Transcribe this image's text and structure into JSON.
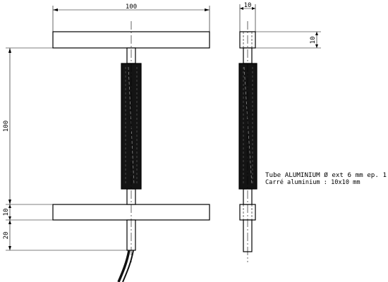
{
  "dimensions": {
    "front_width": "100",
    "front_height": "100",
    "front_bar_thickness": "10",
    "front_tail": "20",
    "side_width": "10",
    "side_height": "10"
  },
  "notes": {
    "line1": "Tube ALUMINIUM Ø ext 6 mm  ep. 1",
    "line2": "Carré aluminium  : 10x10 mm"
  },
  "colors": {
    "line": "#000000",
    "grip": "#141414",
    "background": "#ffffff"
  }
}
